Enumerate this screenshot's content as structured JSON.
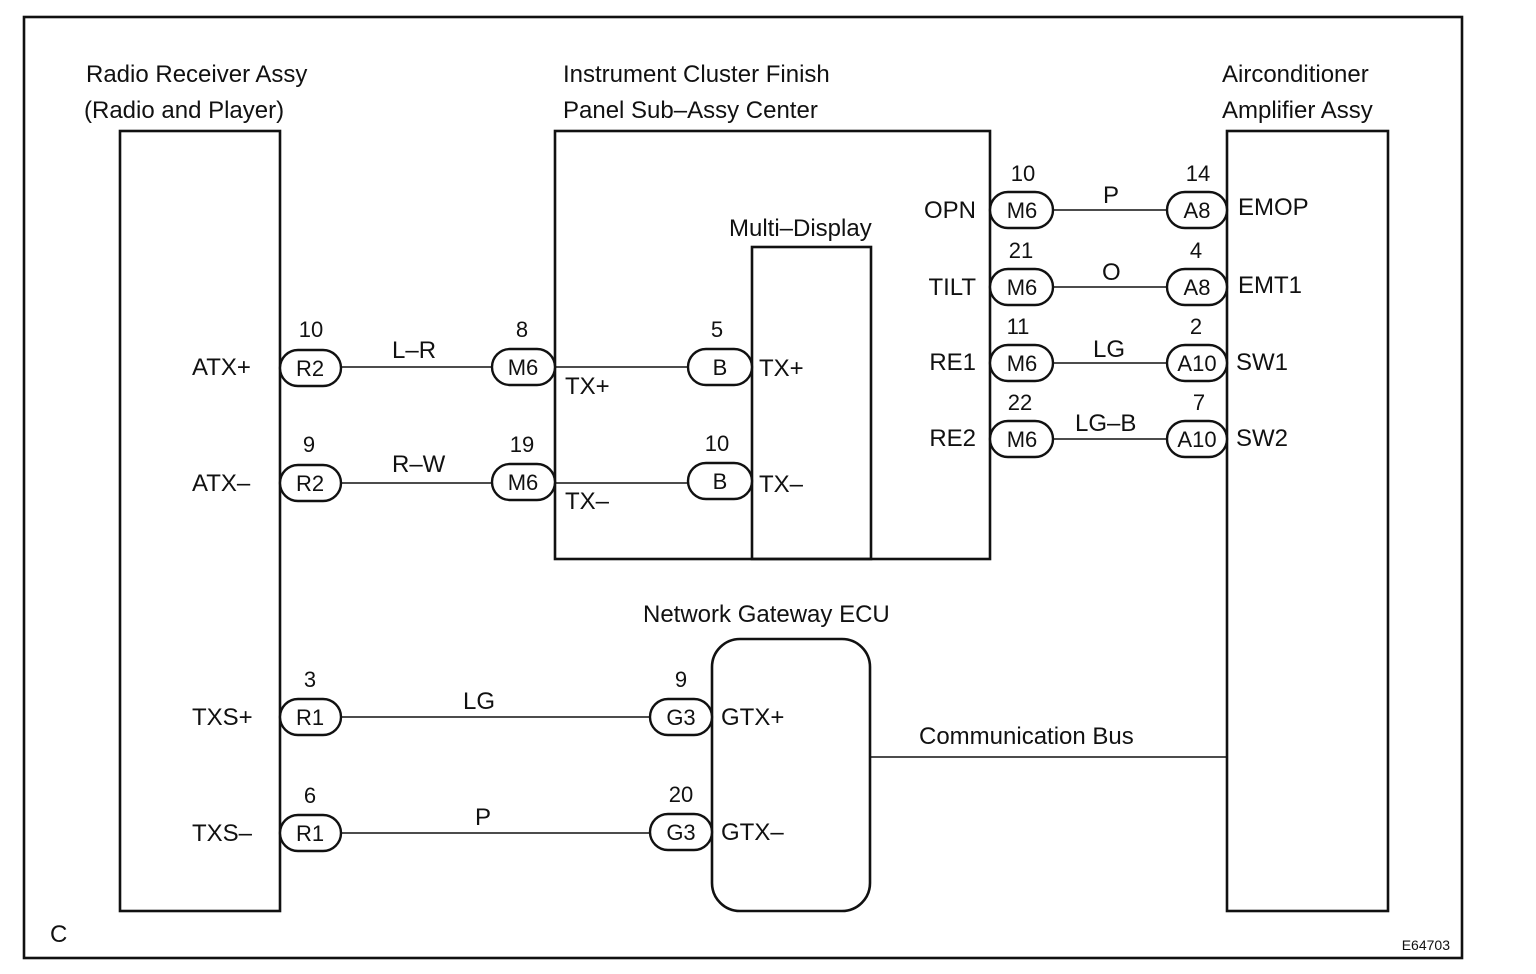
{
  "page": {
    "corner_label": "C",
    "figure_id": "E64703"
  },
  "components": {
    "radio": {
      "title_line1": "Radio Receiver Assy",
      "title_line2": "(Radio and Player)"
    },
    "cluster": {
      "title_line1": "Instrument Cluster Finish",
      "title_line2": "Panel Sub–Assy Center"
    },
    "multi_display": {
      "title": "Multi–Display"
    },
    "aircon": {
      "title_line1": "Airconditioner",
      "title_line2": "Amplifier Assy"
    },
    "gateway": {
      "title": "Network Gateway ECU"
    }
  },
  "terminals": {
    "radio": [
      "ATX+",
      "ATX–",
      "TXS+",
      "TXS–"
    ],
    "cluster_left": [
      "TX+",
      "TX–"
    ],
    "cluster_right": [
      "OPN",
      "TILT",
      "RE1",
      "RE2"
    ],
    "multi_display": [
      "TX+",
      "TX–"
    ],
    "aircon": [
      "EMOP",
      "EMT1",
      "SW1",
      "SW2"
    ],
    "gateway": [
      "GTX+",
      "GTX–"
    ]
  },
  "connectors": {
    "radio": [
      {
        "pin": "10",
        "code": "R2"
      },
      {
        "pin": "9",
        "code": "R2"
      },
      {
        "pin": "3",
        "code": "R1"
      },
      {
        "pin": "6",
        "code": "R1"
      }
    ],
    "cluster_left": [
      {
        "pin": "8",
        "code": "M6"
      },
      {
        "pin": "19",
        "code": "M6"
      }
    ],
    "multi_display": [
      {
        "pin": "5",
        "code": "B"
      },
      {
        "pin": "10",
        "code": "B"
      }
    ],
    "cluster_right": [
      {
        "pin": "10",
        "code": "M6"
      },
      {
        "pin": "21",
        "code": "M6"
      },
      {
        "pin": "11",
        "code": "M6"
      },
      {
        "pin": "22",
        "code": "M6"
      }
    ],
    "aircon": [
      {
        "pin": "14",
        "code": "A8"
      },
      {
        "pin": "4",
        "code": "A8"
      },
      {
        "pin": "2",
        "code": "A10"
      },
      {
        "pin": "7",
        "code": "A10"
      }
    ],
    "gateway": [
      {
        "pin": "9",
        "code": "G3"
      },
      {
        "pin": "20",
        "code": "G3"
      }
    ]
  },
  "wires": {
    "radio_cluster": [
      "L–R",
      "R–W"
    ],
    "cluster_aircon": [
      "P",
      "O",
      "LG",
      "LG–B"
    ],
    "radio_gateway": [
      "LG",
      "P"
    ],
    "bus": "Communication Bus"
  }
}
